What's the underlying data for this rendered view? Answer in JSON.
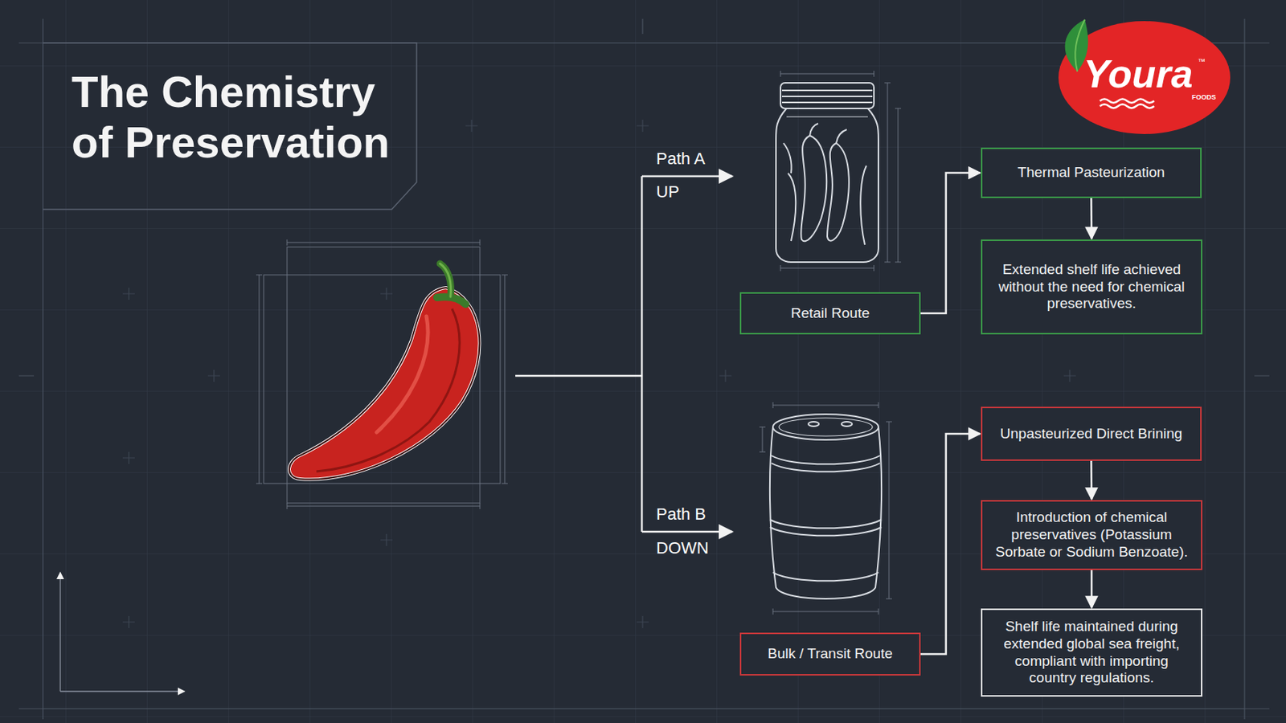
{
  "diagram": {
    "title": "The Chemistry of Preservation",
    "nodes": [
      {
        "text": [
          "Retail Route"
        ]
      },
      {
        "text": [
          "Thermal Pasteurization"
        ]
      },
      {
        "text": [
          "Extended shelf life achieved without the need for chemical preservatives."
        ]
      },
      {
        "text": [
          "Bulk / Transit Route"
        ]
      },
      {
        "text": [
          "Unpasteurized Direct Brining"
        ]
      },
      {
        "text": [
          "Introduction of chemical preservatives (Potassium Sorbate or Sodium Benzoate)."
        ]
      },
      {
        "text": [
          "Shelf life maintained during extended global sea freight, compliant with importing country regulations."
        ]
      }
    ],
    "edges": [
      {
        "from": 0,
        "to": 1,
        "arrow": "to"
      },
      {
        "from": 1,
        "to": 2,
        "arrow": "to"
      },
      {
        "from": 3,
        "to": 4,
        "arrow": "to"
      },
      {
        "from": 4,
        "to": 5,
        "arrow": "to"
      },
      {
        "from": 5,
        "to": 6,
        "arrow": "to"
      }
    ],
    "labels": [
      "Path A",
      "UP",
      "Path B",
      "DOWN",
      "Youra",
      "FOODS",
      "™"
    ]
  }
}
